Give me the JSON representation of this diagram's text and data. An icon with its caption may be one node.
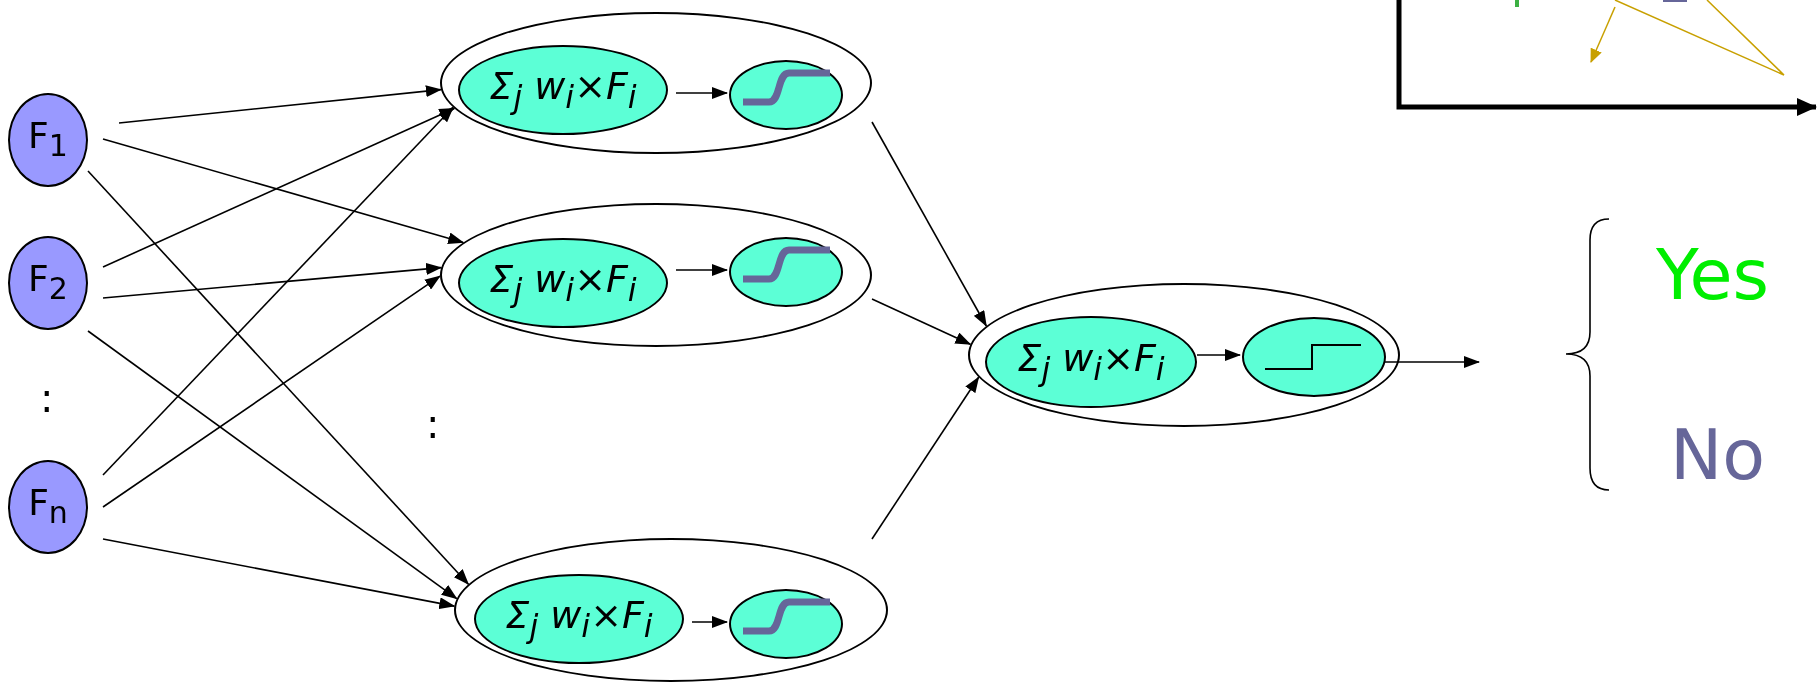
{
  "diagram": {
    "nodes": [
      {
        "text": [
          "F$_{1}$"
        ]
      },
      {
        "text": [
          "F$_{2}$"
        ]
      },
      {
        "text": [
          "F$_{n}$"
        ]
      },
      {
        "text": [],
        "shape": "ellipse"
      },
      {
        "text": [
          "Σ$_{j}$ w$_{i}$×F$_{i}$"
        ],
        "in": 3
      },
      {
        "text": [],
        "shape": "ellipse",
        "in": 3
      },
      {
        "text": [],
        "shape": "ellipse"
      },
      {
        "text": [
          "Σ$_{j}$ w$_{i}$×F$_{i}$"
        ],
        "in": 6
      },
      {
        "text": [],
        "shape": "ellipse",
        "in": 6
      },
      {
        "text": [],
        "shape": "ellipse"
      },
      {
        "text": [
          "Σ$_{j}$ w$_{i}$×F$_{i}$"
        ],
        "in": 9
      },
      {
        "text": [],
        "shape": "ellipse",
        "in": 9
      },
      {
        "text": [],
        "shape": "ellipse"
      },
      {
        "text": [
          "Σ$_{j}$ w$_{i}$×F$_{i}$"
        ],
        "in": 12
      },
      {
        "text": [],
        "shape": "ellipse",
        "in": 12
      }
    ],
    "edges": [
      {
        "from": 0,
        "to": 3,
        "arrow": "to"
      },
      {
        "from": 0,
        "to": 6,
        "arrow": "to"
      },
      {
        "from": 0,
        "to": 9,
        "arrow": "to"
      },
      {
        "from": 1,
        "to": 3,
        "arrow": "to"
      },
      {
        "from": 1,
        "to": 6,
        "arrow": "to"
      },
      {
        "from": 1,
        "to": 9,
        "arrow": "to"
      },
      {
        "from": 2,
        "to": 3,
        "arrow": "to"
      },
      {
        "from": 2,
        "to": 6,
        "arrow": "to"
      },
      {
        "from": 2,
        "to": 9,
        "arrow": "to"
      },
      {
        "from": 4,
        "to": 5,
        "arrow": "to"
      },
      {
        "from": 7,
        "to": 8,
        "arrow": "to"
      },
      {
        "from": 10,
        "to": 11,
        "arrow": "to"
      },
      {
        "from": 3,
        "to": 12,
        "arrow": "to"
      },
      {
        "from": 6,
        "to": 12,
        "arrow": "to"
      },
      {
        "from": 9,
        "to": 12,
        "arrow": "to"
      },
      {
        "from": 13,
        "to": 14,
        "arrow": "to"
      },
      {
        "from": 14,
        "to": null,
        "arrow": "to"
      }
    ],
    "labels": [
      ":",
      ":",
      "Yes",
      "No"
    ]
  }
}
